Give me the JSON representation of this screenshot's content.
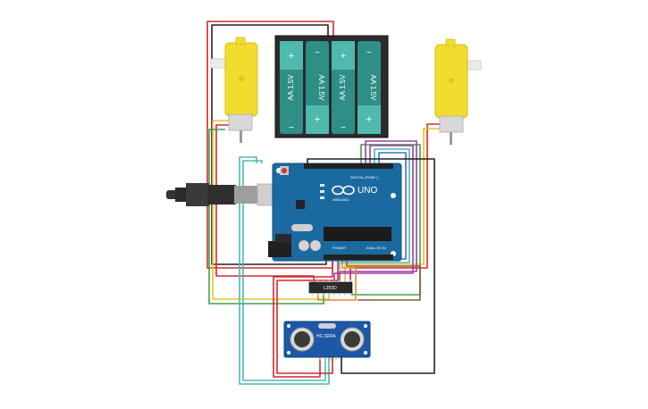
{
  "battery_pack": {
    "cells": [
      {
        "label": "AA 1.5V",
        "plus": "+",
        "minus": "−"
      },
      {
        "label": "AA 1.5V",
        "plus": "+",
        "minus": "−"
      },
      {
        "label": "AA 1.5V",
        "plus": "+",
        "minus": "−"
      },
      {
        "label": "AA 1.5V",
        "plus": "+",
        "minus": "−"
      }
    ]
  },
  "arduino": {
    "brand": "ARDUINO",
    "model": "UNO",
    "digital_label": "DIGITAL (PWM~)",
    "power_label": "POWER",
    "analog_label": "ANALOG IN"
  },
  "driver_chip": {
    "label": "L293D"
  },
  "ultrasonic_sensor": {
    "label": "HC-SR04"
  },
  "colors": {
    "board": "#1a6aa0",
    "battery_cell": "#2e8f86",
    "motor": "#f2dc2e",
    "wire_red": "#d42a2a",
    "wire_black": "#222222",
    "wire_yellow": "#e8c22a",
    "wire_green": "#3fa14a",
    "wire_orange": "#e08a2c",
    "wire_teal": "#4cb8b4",
    "wire_purple": "#9b3fa5",
    "wire_blue": "#3a6fd6",
    "wire_brown": "#8a5a36"
  }
}
